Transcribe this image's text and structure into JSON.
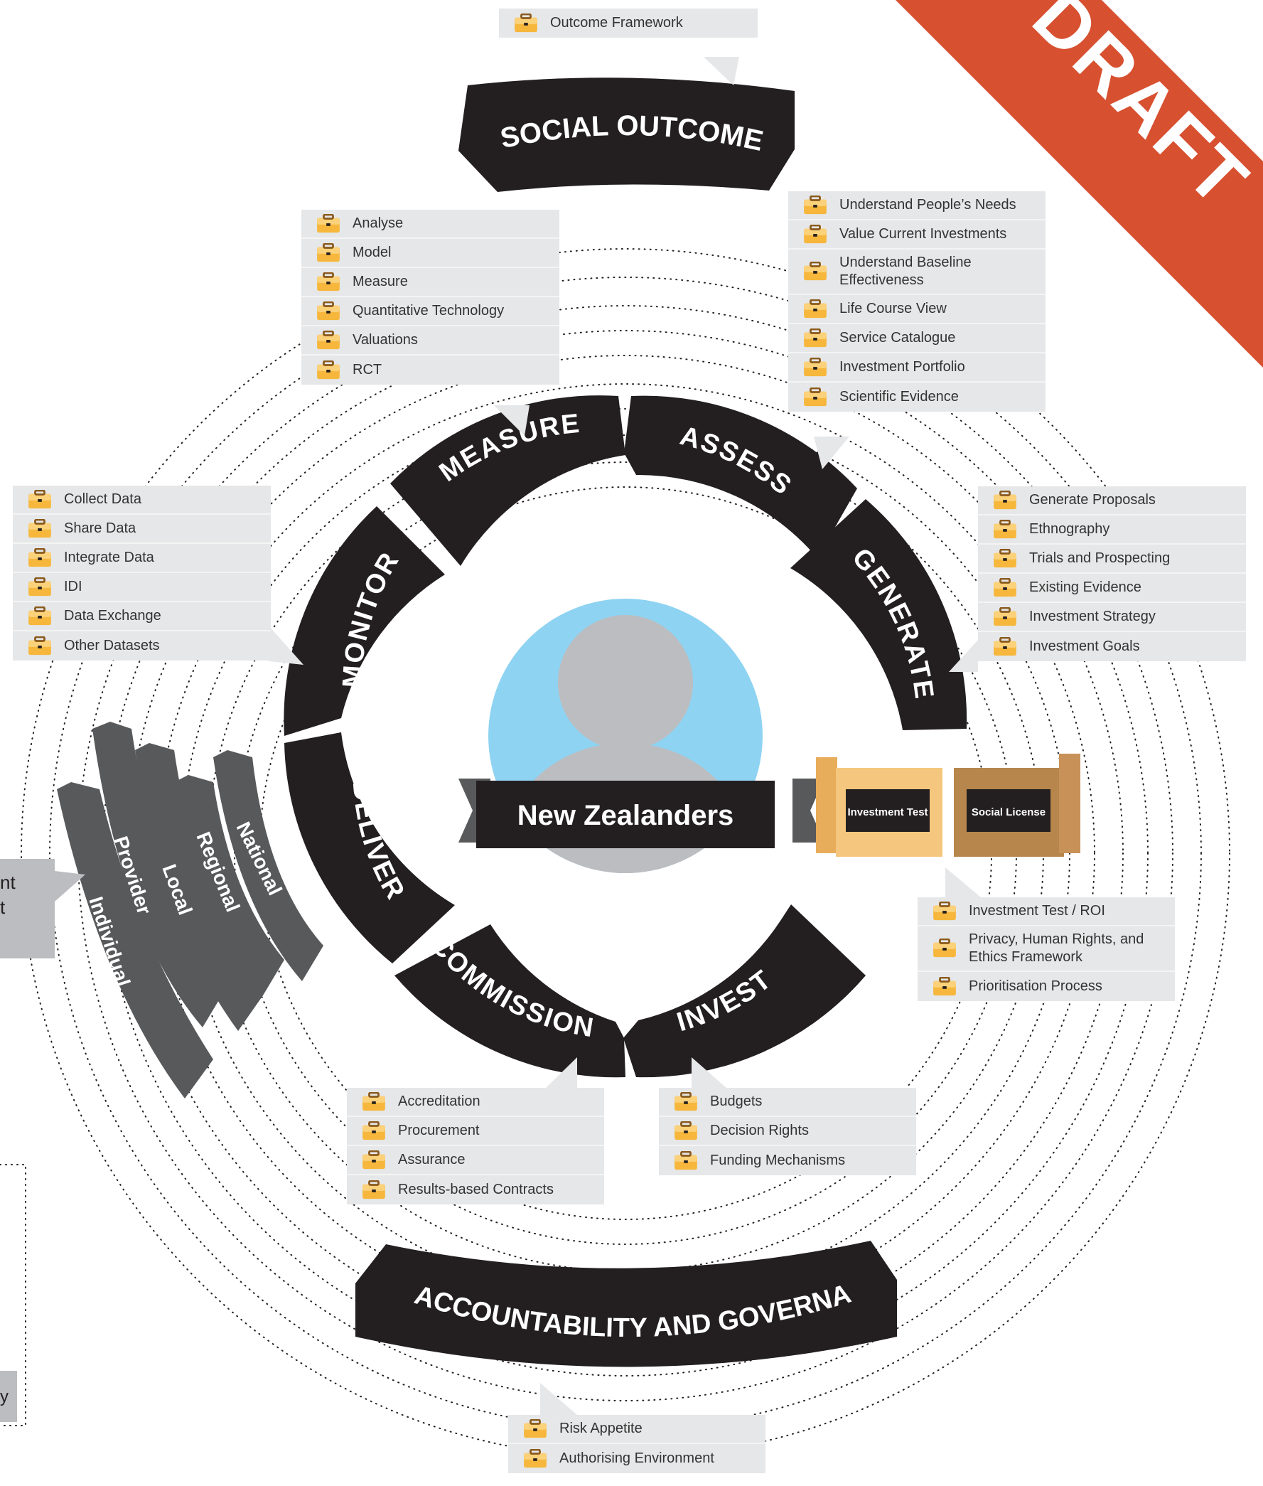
{
  "title_banner": "DRAFT",
  "center_label": "New Zealanders",
  "top_label": "SOCIAL OUTCOMES",
  "bottom_label": "ACCOUNTABILITY AND GOVERNANCE",
  "cycle_segments": [
    "MEASURE",
    "ASSESS",
    "GENERATE",
    "INVEST",
    "COMMISSION",
    "DELIVER",
    "MONITOR"
  ],
  "levels": [
    "Individual",
    "Provider",
    "Local",
    "Regional",
    "National"
  ],
  "gates": {
    "left": "Investment Test",
    "right": "Social License"
  },
  "boxes": {
    "outcomes": [
      "Outcome Framework"
    ],
    "measure": [
      "Analyse",
      "Model",
      "Measure",
      "Quantitative Technology",
      "Valuations",
      "RCT"
    ],
    "assess": [
      "Understand People’s Needs",
      "Value Current Investments",
      "Understand Baseline Effectiveness",
      "Life Course View",
      "Service Catalogue",
      "Investment Portfolio",
      "Scientific Evidence"
    ],
    "monitor": [
      "Collect Data",
      "Share Data",
      "Integrate Data",
      "IDI",
      "Data Exchange",
      "Other Datasets"
    ],
    "generate": [
      "Generate Proposals",
      "Ethnography",
      "Trials and Prospecting",
      "Existing Evidence",
      "Investment Strategy",
      "Investment Goals"
    ],
    "investtest": [
      "Investment Test / ROI",
      "Privacy, Human Rights, and Ethics Framework",
      "Prioritisation Process"
    ],
    "commission": [
      "Accreditation",
      "Procurement",
      "Assurance",
      "Results-based Contracts"
    ],
    "invest": [
      "Budgets",
      "Decision Rights",
      "Funding Mechanisms"
    ],
    "governance": [
      "Risk Appetite",
      "Authorising Environment"
    ]
  },
  "left_partial": {
    "line1": "nt",
    "line2": "t",
    "bottom": "y"
  },
  "colors": {
    "segment": "#231f20",
    "levels": "#58595b",
    "box": "#e6e7e8",
    "draft": "#d75030",
    "sky": "#8fd3f2",
    "person": "#bcbdc0",
    "wood": "#f2c27a"
  }
}
